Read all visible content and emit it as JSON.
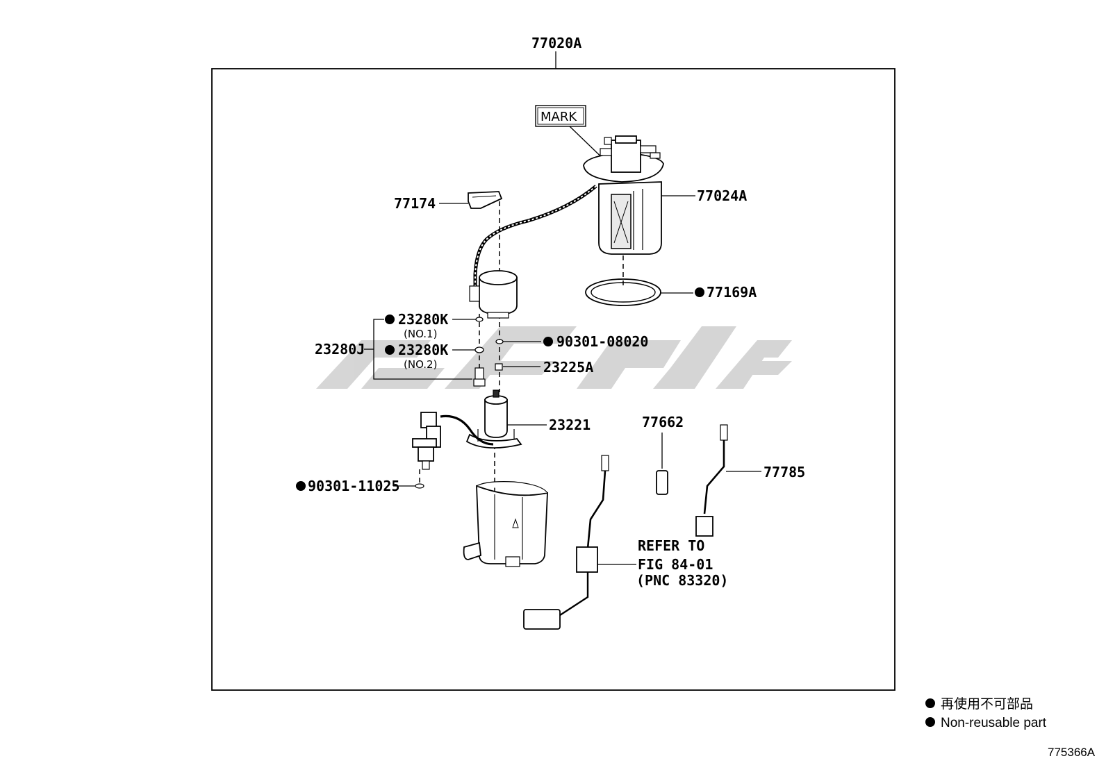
{
  "diagram": {
    "assembly": "77020A",
    "mark": "MARK",
    "callouts": {
      "p77024A": "77024A",
      "p77174": "77174",
      "p77169A": "77169A",
      "p23280K_1": "23280K",
      "p23280K_1_sub": "(NO.1)",
      "p23280K_2": "23280K",
      "p23280K_2_sub": "(NO.2)",
      "p23280J": "23280J",
      "p90301_08020": "90301-08020",
      "p23225A": "23225A",
      "p23221": "23221",
      "p77662": "77662",
      "p77785": "77785",
      "p90301_11025": "90301-11025"
    },
    "refer": [
      "REFER TO",
      "FIG 84-01",
      "(PNC 83320)"
    ],
    "legend": {
      "line1": "再使用不可部品",
      "line2": "Non-reusable part"
    },
    "figure_number": "775366A"
  }
}
